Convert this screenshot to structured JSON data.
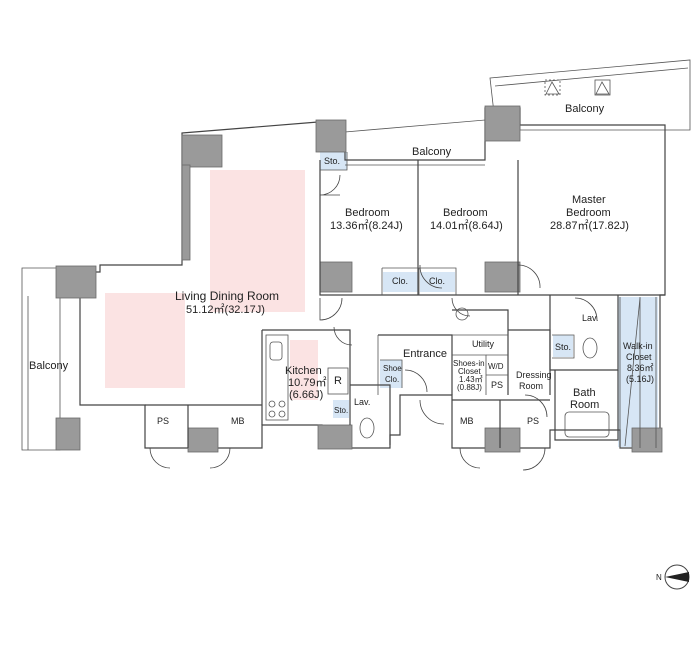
{
  "rooms": {
    "balcony_top_right": "Balcony",
    "balcony_top_mid": "Balcony",
    "balcony_left": "Balcony",
    "sto_top": "Sto.",
    "bedroom1_name": "Bedroom",
    "bedroom1_area": "13.36㎡(8.24J)",
    "bedroom2_name": "Bedroom",
    "bedroom2_area": "14.01㎡(8.64J)",
    "master_line1": "Master",
    "master_line2": "Bedroom",
    "master_area": "28.87㎡(17.82J)",
    "clo1": "Clo.",
    "clo2": "Clo.",
    "living_name": "Living Dining Room",
    "living_area": "51.12㎡(32.17J)",
    "kitchen_name": "Kitchen",
    "kitchen_area1": "10.79㎡",
    "kitchen_area2": "(6.66J)",
    "fridge": "R",
    "sto_kitchen": "Sto.",
    "lav_entry": "Lav.",
    "entrance": "Entrance",
    "shoe_clo_1": "Shoe",
    "shoe_clo_2": "Clo.",
    "utility": "Utility",
    "shoes_in_1": "Shoes-in",
    "shoes_in_2": "Closet",
    "shoes_in_3": "1.43㎡",
    "shoes_in_4": "(0.88J)",
    "wd": "W/D",
    "ps_center": "PS",
    "dressing_1": "Dressing",
    "dressing_2": "Room",
    "sto_bath": "Sto.",
    "lav_master": "Lav.",
    "bath_1": "Bath",
    "bath_2": "Room",
    "walkin_1": "Walk-in",
    "walkin_2": "Closet",
    "walkin_3": "8.36㎡",
    "walkin_4": "(5.16J)",
    "ps_left": "PS",
    "mb_left": "MB",
    "mb_right": "MB",
    "ps_right": "PS"
  },
  "compass": {
    "label": "N"
  },
  "colors": {
    "highlight": "#fbe3e3",
    "closet": "#d7e6f5",
    "wall": "#9a9a9a"
  }
}
